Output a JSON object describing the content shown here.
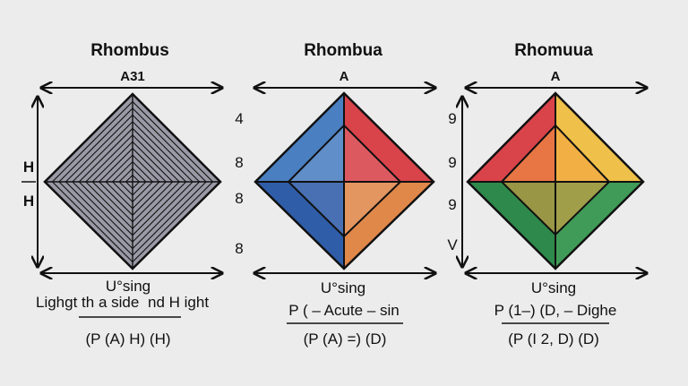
{
  "panels": [
    {
      "title": "Rhombus",
      "top_label": "A31",
      "left_labels": [
        "H",
        "H"
      ],
      "line1": "U°sing",
      "line2": "Lighgt th a side",
      "line2b": "nd H ight",
      "formula": "(P (A) H) (H)",
      "fill_style": "hatched"
    },
    {
      "title": "Rhombua",
      "top_label": "A",
      "left_labels": [
        "4",
        "8",
        "8",
        "8"
      ],
      "line1": "U°sing",
      "line2": "P ( – Acute – sin",
      "formula": "(P (A) =) (D)",
      "quadrant_colors": [
        "#4a7fc1",
        "#d9434a",
        "#e0884a",
        "#2f5da8"
      ]
    },
    {
      "title": "Rhomuua",
      "top_label": "A",
      "left_labels": [
        "9",
        "9",
        "9",
        "V"
      ],
      "line1": "U°sing",
      "line2": "P (1–) (D, – Dighe",
      "formula": "(P (I 2, D) (D)",
      "quadrant_colors": [
        "#d9434a",
        "#efc04a",
        "#3f9b57",
        "#2e8a4c"
      ]
    }
  ]
}
